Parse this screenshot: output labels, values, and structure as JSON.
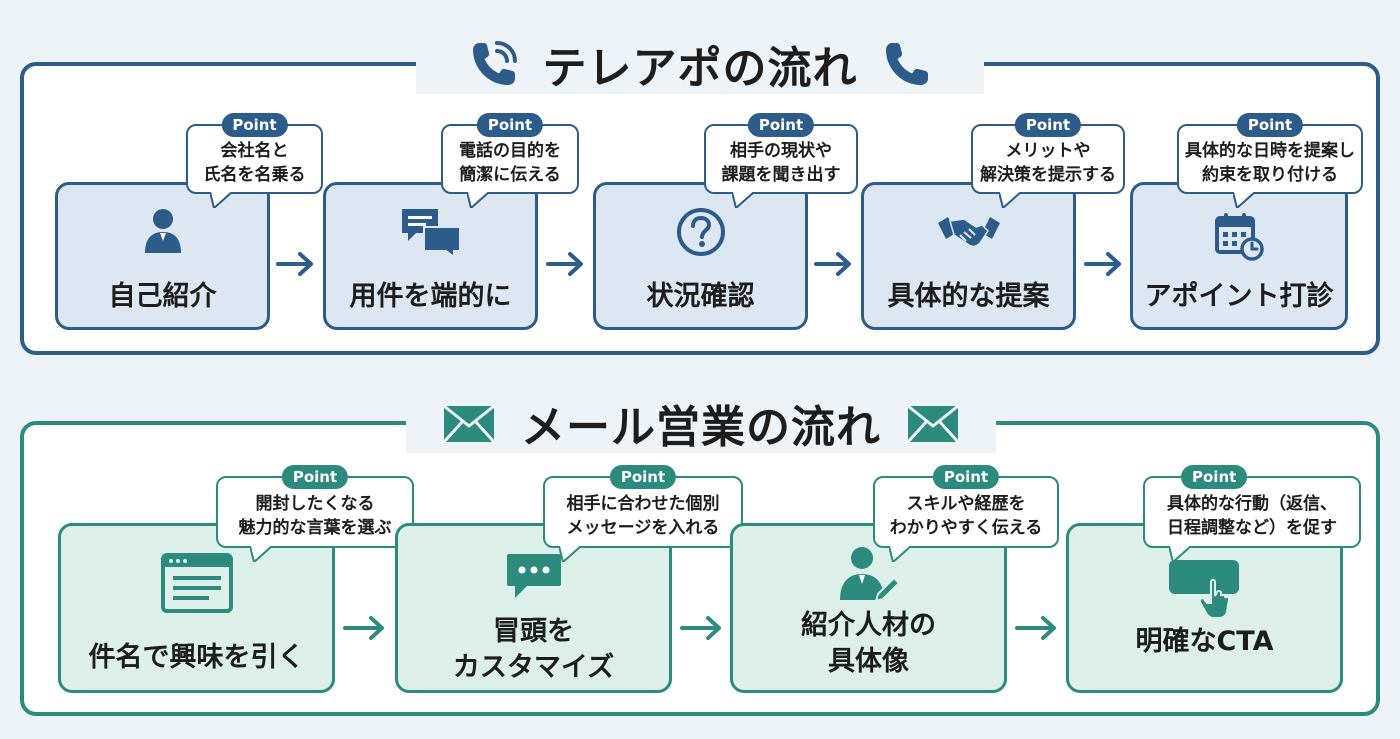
{
  "colors": {
    "tel_primary": "#2e5c8a",
    "tel_card_bg": "#dde7f1",
    "mail_primary": "#2c8b7d",
    "mail_card_bg": "#dcefe9"
  },
  "tel_section": {
    "title": "テレアポの流れ",
    "title_icon": "phone-icon",
    "steps": [
      {
        "label": "自己紹介",
        "icon": "person-icon",
        "point_badge": "Point",
        "point_text": "会社名と\n氏名を名乗る"
      },
      {
        "label": "用件を端的に",
        "icon": "chat-bubbles-icon",
        "point_badge": "Point",
        "point_text": "電話の目的を\n簡潔に伝える"
      },
      {
        "label": "状況確認",
        "icon": "question-icon",
        "point_badge": "Point",
        "point_text": "相手の現状や\n課題を聞き出す"
      },
      {
        "label": "具体的な提案",
        "icon": "handshake-icon",
        "point_badge": "Point",
        "point_text": "メリットや\n解決策を提示する"
      },
      {
        "label": "アポイント打診",
        "icon": "calendar-icon",
        "point_badge": "Point",
        "point_text": "具体的な日時を提案し\n約束を取り付ける"
      }
    ]
  },
  "mail_section": {
    "title": "メール営業の流れ",
    "title_icon": "envelope-icon",
    "steps": [
      {
        "label": "件名で興味を引く",
        "icon": "browser-window-icon",
        "point_badge": "Point",
        "point_text": "開封したくなる\n魅力的な言葉を選ぶ"
      },
      {
        "label": "冒頭を\nカスタマイズ",
        "icon": "speech-bubble-icon",
        "point_badge": "Point",
        "point_text": "相手に合わせた個別\nメッセージを入れる"
      },
      {
        "label": "紹介人材の\n具体像",
        "icon": "person-pen-icon",
        "point_badge": "Point",
        "point_text": "スキルや経歴を\nわかりやすく伝える"
      },
      {
        "label": "明確なCTA",
        "icon": "button-click-icon",
        "point_badge": "Point",
        "point_text": "具体的な行動（返信、\n日程調整など）を促す"
      }
    ]
  }
}
